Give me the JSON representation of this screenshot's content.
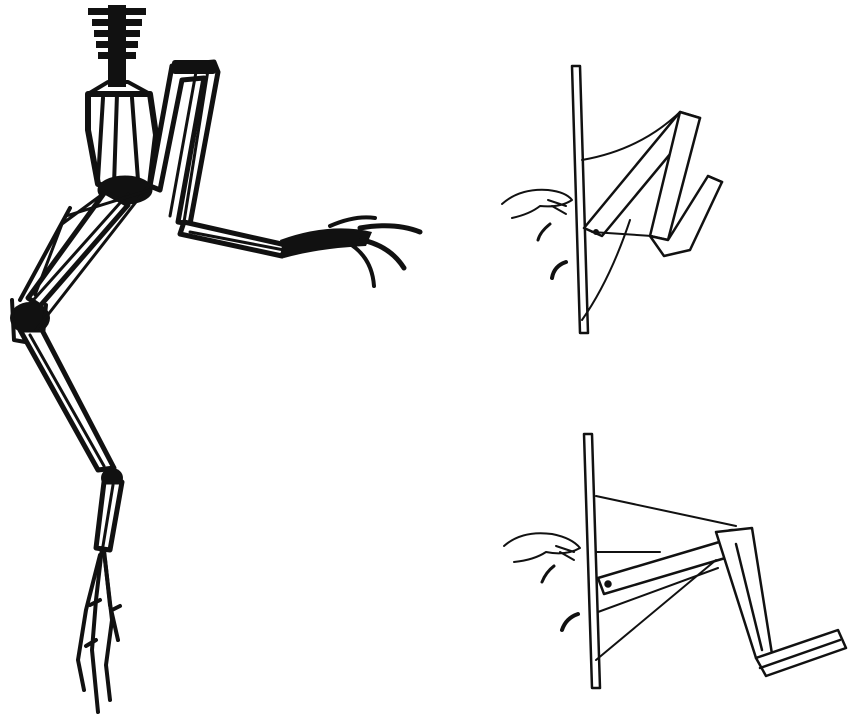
{
  "figure": {
    "ink_color": "#111111",
    "paper_color": "#ffffff",
    "panels": [
      {
        "id": "leg-skeleton",
        "icon": "bird-leg-skeleton-icon"
      },
      {
        "id": "model-flexed",
        "icon": "hand-operated-leg-model-icon"
      },
      {
        "id": "model-extended",
        "icon": "hand-operated-leg-model-icon"
      }
    ]
  }
}
